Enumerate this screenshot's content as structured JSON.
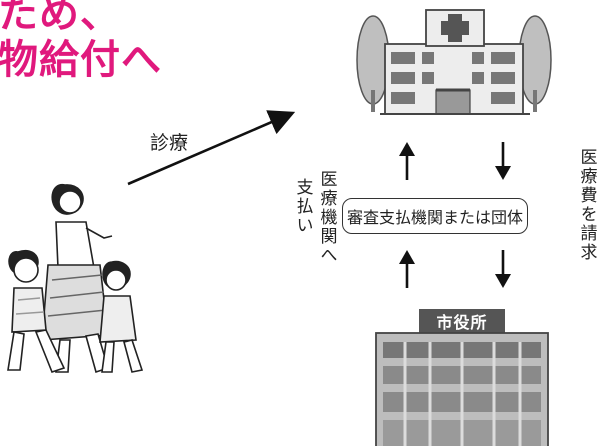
{
  "headline": {
    "line1": "ため、",
    "line2": "物給付へ",
    "color": "#e0197d"
  },
  "labels": {
    "shinryo": "診療",
    "left_col_a": "医療機関へ",
    "left_col_b": "支払い",
    "right_col": "医療費を請求",
    "center_box": "審査支払機関または団体",
    "city_hall_sign": "市役所"
  },
  "icons": {
    "hospital": "hospital-icon",
    "city_hall": "city-hall-icon",
    "family": "family-illustration",
    "arrows": [
      "arrow-up-icon",
      "arrow-down-icon"
    ]
  }
}
